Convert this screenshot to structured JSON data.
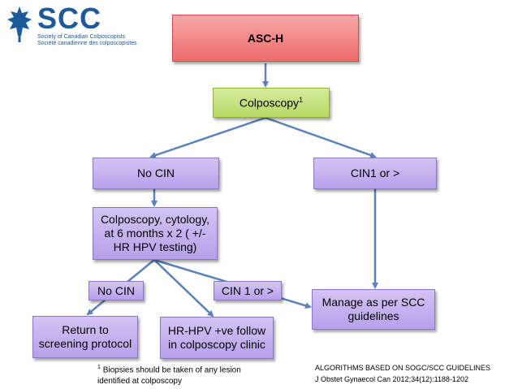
{
  "logo": {
    "name": "SCC",
    "subtitle_en": "Society of Canadian Colposcopists",
    "subtitle_fr": "Société canadienne des colposcopistes"
  },
  "nodes": {
    "asch": "ASC-H",
    "colposcopy": "Colposcopy",
    "colposcopy_sup": "1",
    "no_cin_top": "No CIN",
    "cin1_right": "CIN1 or >",
    "followup": "Colposcopy, cytology, at 6 months x 2 ( +/- HR HPV testing)",
    "no_cin_low": "No CIN",
    "cin1_low": "CIN 1 or >",
    "manage": "Manage as per SCC guidelines",
    "return": "Return to screening protocol",
    "hrhpv": "HR-HPV +ve follow in colposcopy clinic"
  },
  "footnote": {
    "marker": "1",
    "line1": "Biopsies should be taken of any lesion",
    "line2": "identified at colposcopy"
  },
  "references": {
    "line1": "ALGORITHMS BASED ON SOGC/SCC GUIDELINES",
    "line2": "J Obstet Gynaecol Can 2012;34(12):1188-1202"
  },
  "colors": {
    "red_box": "#ef6b6b",
    "green_box": "#b6d865",
    "purple_box": "#b7a0ea",
    "arrow": "#5b82b8",
    "logo_blue": "#1c5a9c"
  }
}
